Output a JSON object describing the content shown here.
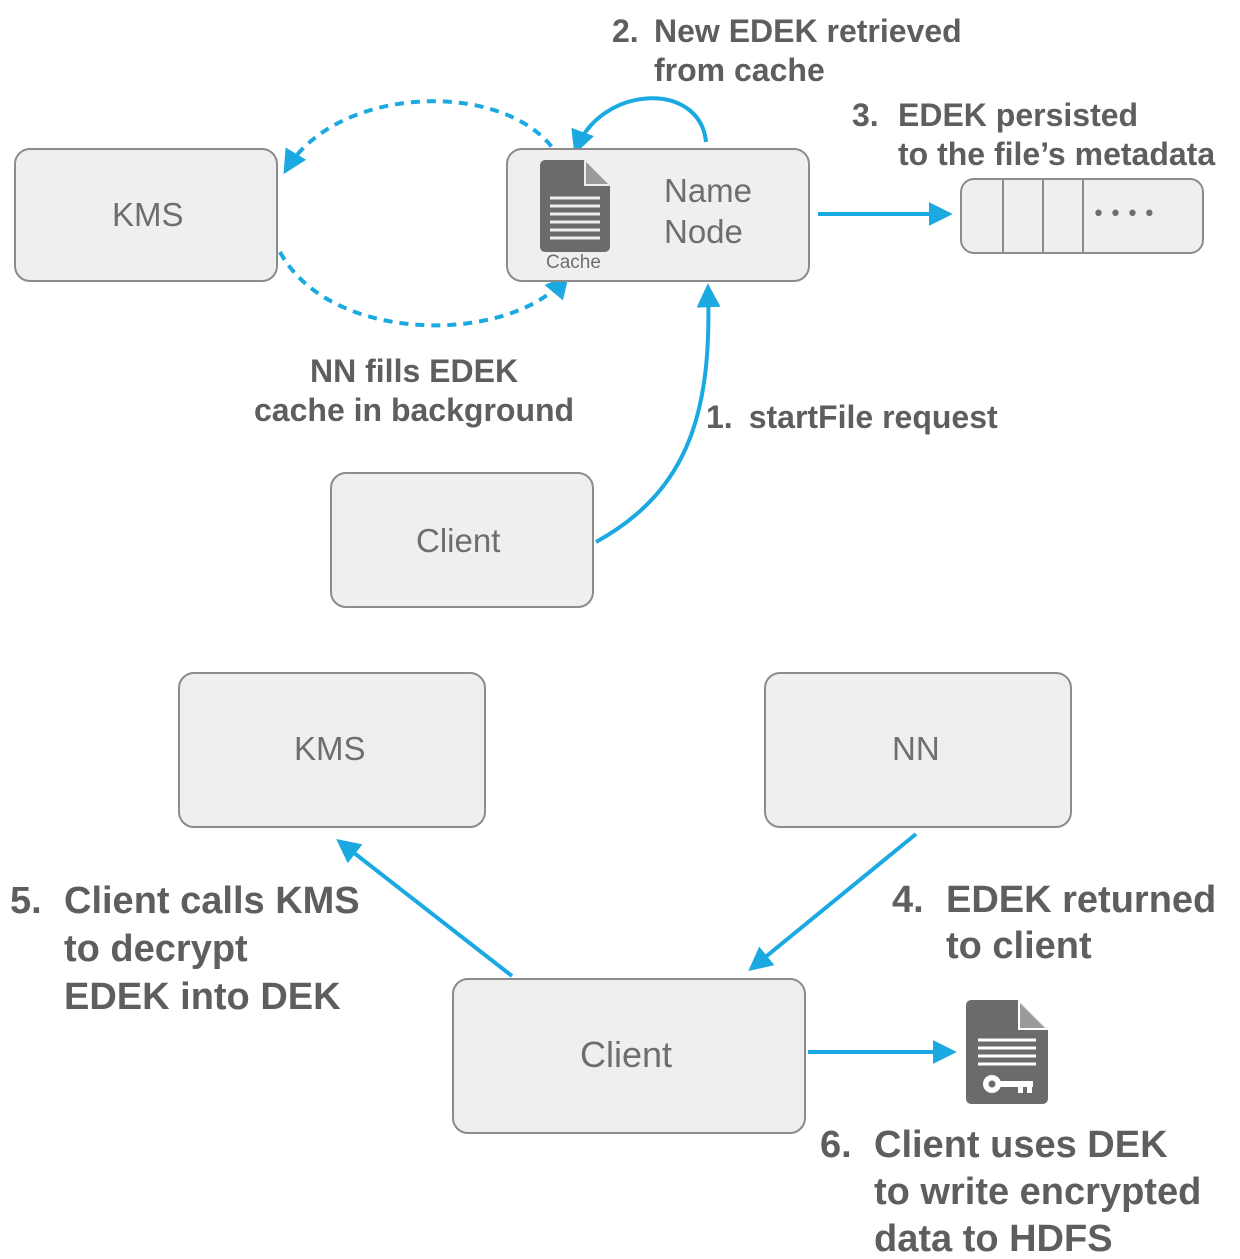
{
  "nodes": {
    "kms_top": "KMS",
    "namenode_line1": "Name",
    "namenode_line2": "Node",
    "cache_label": "Cache",
    "client_top": "Client",
    "kms_bottom": "KMS",
    "nn_bottom": "NN",
    "client_bottom": "Client"
  },
  "metadata_dots": "••••",
  "steps": {
    "background_fill": [
      "NN fills EDEK",
      "cache in background"
    ],
    "step1": {
      "num": "1.",
      "lines": [
        "startFile request"
      ]
    },
    "step2": {
      "num": "2.",
      "lines": [
        "New EDEK retrieved",
        "from cache"
      ]
    },
    "step3": {
      "num": "3.",
      "lines": [
        "EDEK persisted",
        "to the file’s metadata"
      ]
    },
    "step4": {
      "num": "4.",
      "lines": [
        "EDEK returned",
        "to client"
      ]
    },
    "step5": {
      "num": "5.",
      "lines": [
        "Client calls KMS",
        "to decrypt",
        "EDEK into DEK"
      ]
    },
    "step6": {
      "num": "6.",
      "lines": [
        "Client uses DEK",
        "to write encrypted",
        "data to HDFS"
      ]
    }
  },
  "icons": {
    "cache_document": "document-icon",
    "encrypted_file": "encrypted-file-icon"
  },
  "colors": {
    "arrow": "#1ba9e1",
    "box_fill": "#efefef",
    "box_border": "#8c8c8c",
    "icon_fill": "#6b6b6b",
    "label_text": "#6e6e6e",
    "step_text": "#5e5e5e"
  }
}
